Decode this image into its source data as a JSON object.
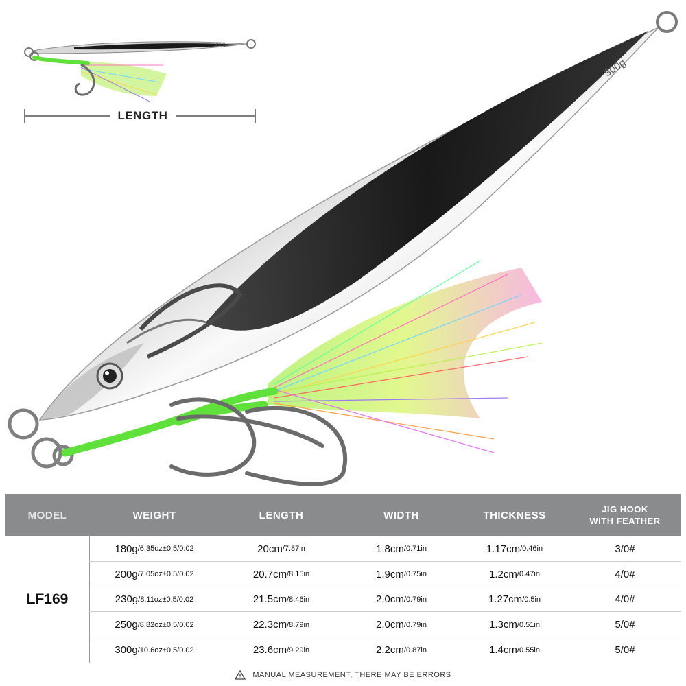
{
  "diagram": {
    "length_label": "LENGTH",
    "weight_engraving": "300g",
    "thumbnail_engraving": "300g"
  },
  "table": {
    "headers": {
      "model": "MODEL",
      "weight": "WEIGHT",
      "length": "LENGTH",
      "width": "WIDTH",
      "thickness": "THICKNESS",
      "hook_line1": "JIG HOOK",
      "hook_line2": "WITH FEATHER"
    },
    "model": "LF169",
    "rows": [
      {
        "weight": "180g",
        "weight_sub": "/6.35oz±0.5/0.02",
        "length": "20cm",
        "length_sub": "/7.87in",
        "width": "1.8cm",
        "width_sub": "/0.71in",
        "thickness": "1.17cm",
        "thickness_sub": "/0.46in",
        "hook": "3/0#"
      },
      {
        "weight": "200g",
        "weight_sub": "/7.05oz±0.5/0.02",
        "length": "20.7cm",
        "length_sub": "/8.15in",
        "width": "1.9cm",
        "width_sub": "/0.75in",
        "thickness": "1.2cm",
        "thickness_sub": "/0.47in",
        "hook": "4/0#"
      },
      {
        "weight": "230g",
        "weight_sub": "/8.11oz±0.5/0.02",
        "length": "21.5cm",
        "length_sub": "/8.46in",
        "width": "2.0cm",
        "width_sub": "/0.79in",
        "thickness": "1.27cm",
        "thickness_sub": "/0.5in",
        "hook": "4/0#"
      },
      {
        "weight": "250g",
        "weight_sub": "/8.82oz±0.5/0.02",
        "length": "22.3cm",
        "length_sub": "/8.79in",
        "width": "2.0cm",
        "width_sub": "/0.79in",
        "thickness": "1.3cm",
        "thickness_sub": "/0.51in",
        "hook": "5/0#"
      },
      {
        "weight": "300g",
        "weight_sub": "/10.6oz±0.5/0.02",
        "length": "23.6cm",
        "length_sub": "/9.29in",
        "width": "2.2cm",
        "width_sub": "/0.87in",
        "thickness": "1.4cm",
        "thickness_sub": "/0.55in",
        "hook": "5/0#"
      }
    ]
  },
  "disclaimer": "MANUAL MEASUREMENT, THERE MAY BE ERRORS",
  "colors": {
    "header_bg": "#8a8b8c",
    "assist_cord": "#5fe03a",
    "chrome_dark": "#1c1c1c"
  },
  "icons": {
    "warning": "warning-triangle-icon"
  }
}
